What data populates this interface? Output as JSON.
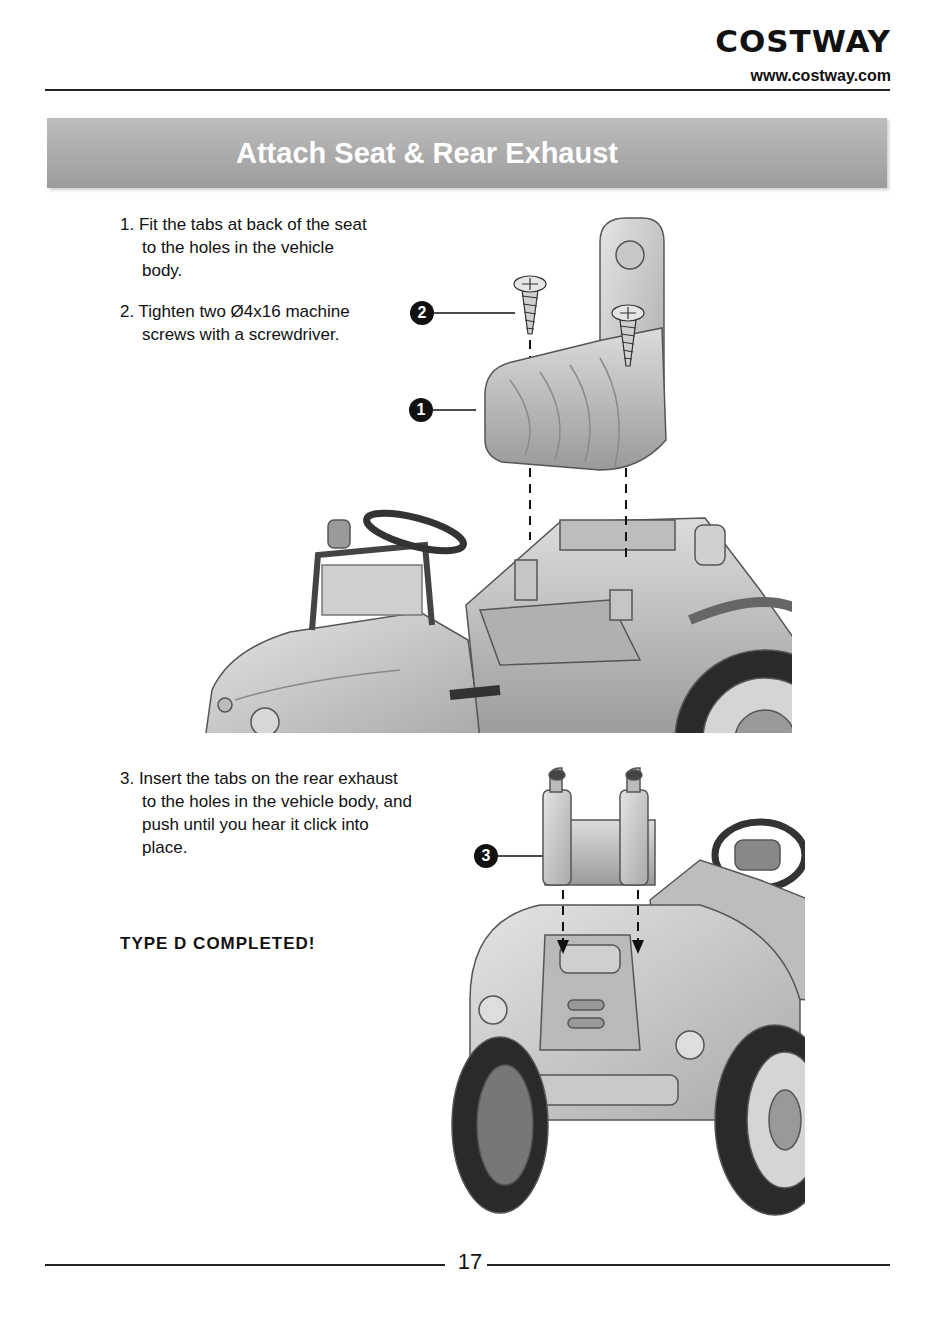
{
  "diagram": {
    "title": "Attach Seat & Rear Exhaust",
    "nodes": [
      {
        "text": [
          "2"
        ]
      },
      {
        "text": [
          "1"
        ]
      },
      {
        "text": [
          "3"
        ]
      }
    ],
    "labels": [
      "COSTWAY",
      "www.costway.com",
      "1. Fit the tabs at back of the seat to the holes in the vehicle body.",
      "2. Tighten two Ø4x16 machine screws with a screwdriver.",
      "3. Insert the tabs on the rear exhaust to the holes in the vehicle body, and push until you hear it click into place.",
      "TYPE D COMPLETED!",
      "17"
    ]
  }
}
